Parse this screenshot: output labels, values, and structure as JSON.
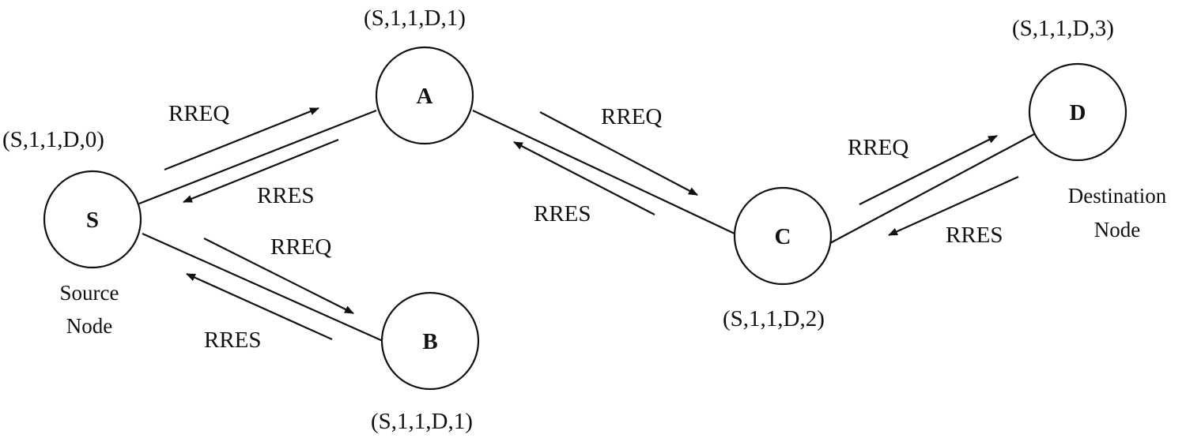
{
  "nodes": [
    {
      "id": "S",
      "label": "S",
      "tuple": "(S,1,1,D,0)",
      "description": [
        "Source",
        "Node"
      ]
    },
    {
      "id": "A",
      "label": "A",
      "tuple": "(S,1,1,D,1)"
    },
    {
      "id": "B",
      "label": "B",
      "tuple": "(S,1,1,D,1)"
    },
    {
      "id": "C",
      "label": "C",
      "tuple": "(S,1,1,D,2)"
    },
    {
      "id": "D",
      "label": "D",
      "tuple": "(S,1,1,D,3)",
      "description": [
        "Destination",
        "Node"
      ]
    }
  ],
  "links": [
    {
      "from": "S",
      "to": "A",
      "request": "RREQ",
      "response": "RRES"
    },
    {
      "from": "S",
      "to": "B",
      "request": "RREQ",
      "response": "RRES"
    },
    {
      "from": "A",
      "to": "C",
      "request": "RREQ",
      "response": "RRES"
    },
    {
      "from": "C",
      "to": "D",
      "request": "RREQ",
      "response": "RRES"
    }
  ]
}
